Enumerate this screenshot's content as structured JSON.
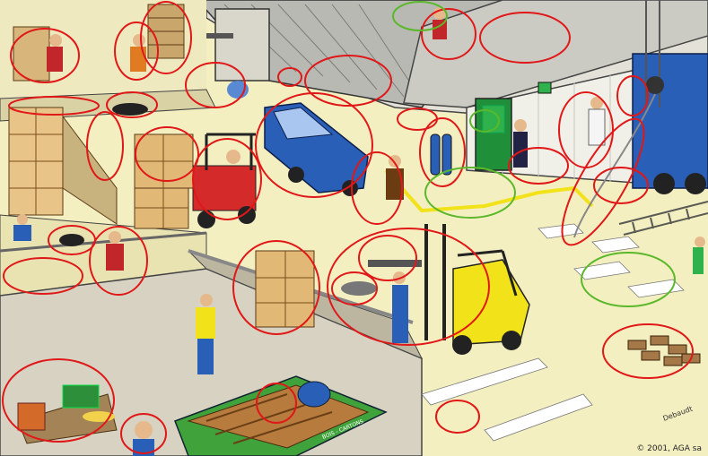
{
  "copyright": "© 2001, AGA sa",
  "signature": "Debaudt",
  "dumpster_label": "BOIS - CARTONS",
  "colors": {
    "hazard_circle": "#e01818",
    "safe_circle": "#5ab82a",
    "forklift_red": "#d42a2a",
    "forklift_yellow": "#f2e21a",
    "dumpster_green": "#3fa23a",
    "van_blue": "#2a5fb8",
    "floor": "#f4efc0"
  }
}
